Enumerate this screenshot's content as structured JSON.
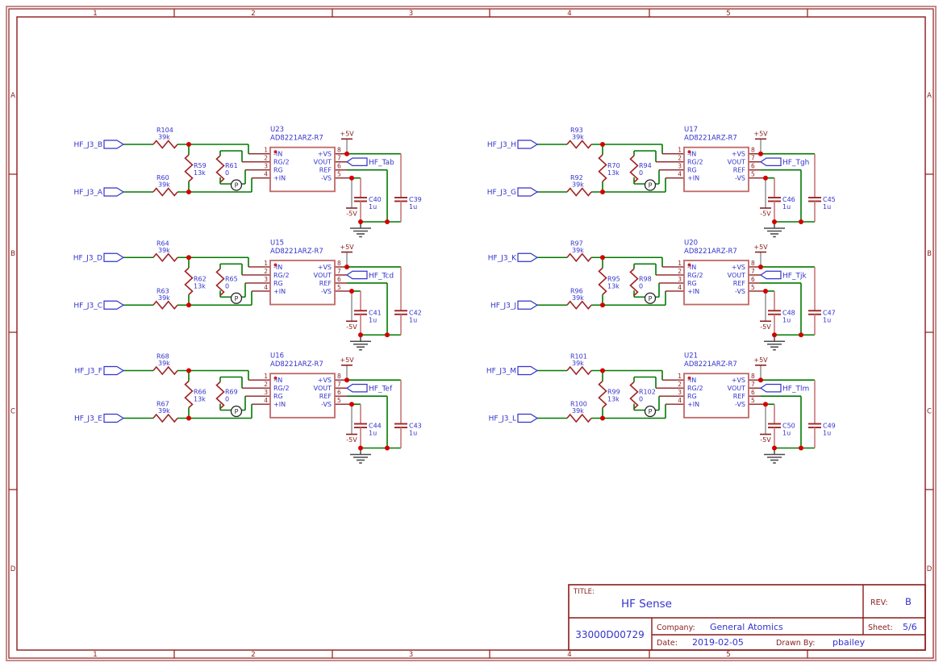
{
  "sheet": {
    "frame": {
      "columns": [
        "1",
        "2",
        "3",
        "4",
        "5"
      ],
      "rows": [
        "A",
        "B",
        "C",
        "D"
      ]
    }
  },
  "title_block": {
    "title_label": "TITLE:",
    "title": "HF Sense",
    "rev_label": "REV:",
    "rev": "B",
    "doc_number": "33000D00729",
    "company_label": "Company:",
    "company": "General Atomics",
    "sheet_label": "Sheet:",
    "sheet": "5/6",
    "date_label": "Date:",
    "date": "2019-02-05",
    "drawn_by_label": "Drawn By:",
    "drawn_by": "pbailey"
  },
  "ic_pins": {
    "left": [
      {
        "num": "1",
        "name": "-IN"
      },
      {
        "num": "2",
        "name": "RG/2"
      },
      {
        "num": "3",
        "name": "RG"
      },
      {
        "num": "4",
        "name": "+IN"
      }
    ],
    "right": [
      {
        "num": "8",
        "name": "+VS"
      },
      {
        "num": "7",
        "name": "VOUT"
      },
      {
        "num": "6",
        "name": "REF"
      },
      {
        "num": "5",
        "name": "-VS"
      }
    ]
  },
  "power": {
    "pos": "+5V",
    "neg": "-5V"
  },
  "p_marker": "P",
  "circuits": [
    {
      "designator": "U23",
      "part": "AD8221ARZ-R7",
      "col": 0,
      "row": 0,
      "input_top": {
        "net": "HF_J3_B",
        "res": "R104",
        "val": "39k"
      },
      "input_bottom": {
        "net": "HF_J3_A",
        "res": "R60",
        "val": "39k"
      },
      "res_gain": {
        "name": "R59",
        "val": "13k"
      },
      "res_zero": {
        "name": "R61",
        "val": "0"
      },
      "output": "HF_Tab",
      "cap_left": {
        "name": "C40",
        "val": "1u"
      },
      "cap_right": {
        "name": "C39",
        "val": "1u"
      }
    },
    {
      "designator": "U15",
      "part": "AD8221ARZ-R7",
      "col": 0,
      "row": 1,
      "input_top": {
        "net": "HF_J3_D",
        "res": "R64",
        "val": "39k"
      },
      "input_bottom": {
        "net": "HF_J3_C",
        "res": "R63",
        "val": "39k"
      },
      "res_gain": {
        "name": "R62",
        "val": "13k"
      },
      "res_zero": {
        "name": "R65",
        "val": "0"
      },
      "output": "HF_Tcd",
      "cap_left": {
        "name": "C41",
        "val": "1u"
      },
      "cap_right": {
        "name": "C42",
        "val": "1u"
      }
    },
    {
      "designator": "U16",
      "part": "AD8221ARZ-R7",
      "col": 0,
      "row": 2,
      "input_top": {
        "net": "HF_J3_F",
        "res": "R68",
        "val": "39k"
      },
      "input_bottom": {
        "net": "HF_J3_E",
        "res": "R67",
        "val": "39k"
      },
      "res_gain": {
        "name": "R66",
        "val": "13k"
      },
      "res_zero": {
        "name": "R69",
        "val": "0"
      },
      "output": "HF_Tef",
      "cap_left": {
        "name": "C44",
        "val": "1u"
      },
      "cap_right": {
        "name": "C43",
        "val": "1u"
      }
    },
    {
      "designator": "U17",
      "part": "AD8221ARZ-R7",
      "col": 1,
      "row": 0,
      "input_top": {
        "net": "HF_J3_H",
        "res": "R93",
        "val": "39k"
      },
      "input_bottom": {
        "net": "HF_J3_G",
        "res": "R92",
        "val": "39k"
      },
      "res_gain": {
        "name": "R70",
        "val": "13k"
      },
      "res_zero": {
        "name": "R94",
        "val": "0"
      },
      "output": "HF_Tgh",
      "cap_left": {
        "name": "C46",
        "val": "1u"
      },
      "cap_right": {
        "name": "C45",
        "val": "1u"
      }
    },
    {
      "designator": "U20",
      "part": "AD8221ARZ-R7",
      "col": 1,
      "row": 1,
      "input_top": {
        "net": "HF_J3_K",
        "res": "R97",
        "val": "39k"
      },
      "input_bottom": {
        "net": "HF_J3_J",
        "res": "R96",
        "val": "39k"
      },
      "res_gain": {
        "name": "R95",
        "val": "13k"
      },
      "res_zero": {
        "name": "R98",
        "val": "0"
      },
      "output": "HF_Tjk",
      "cap_left": {
        "name": "C48",
        "val": "1u"
      },
      "cap_right": {
        "name": "C47",
        "val": "1u"
      }
    },
    {
      "designator": "U21",
      "part": "AD8221ARZ-R7",
      "col": 1,
      "row": 2,
      "input_top": {
        "net": "HF_J3_M",
        "res": "R101",
        "val": "39k"
      },
      "input_bottom": {
        "net": "HF_J3_L",
        "res": "R100",
        "val": "39k"
      },
      "res_gain": {
        "name": "R99",
        "val": "13k"
      },
      "res_zero": {
        "name": "R102",
        "val": "0"
      },
      "output": "HF_Tlm",
      "cap_left": {
        "name": "C50",
        "val": "1u"
      },
      "cap_right": {
        "name": "C49",
        "val": "1u"
      }
    }
  ],
  "colors": {
    "wire": "#007a00",
    "component": "#a02424",
    "pin_stub": "#8b2020",
    "ic_outline": "#c06868",
    "label_blue": "#3333cc",
    "maroon_text": "#8b2020",
    "frame_dark": "#8b1a1a",
    "frame_pink": "#c98b8b",
    "junction": "#d40000",
    "power_gray": "#8a8a8a",
    "gnd": "#4b4b4b",
    "cap_lead": "#c87878"
  }
}
